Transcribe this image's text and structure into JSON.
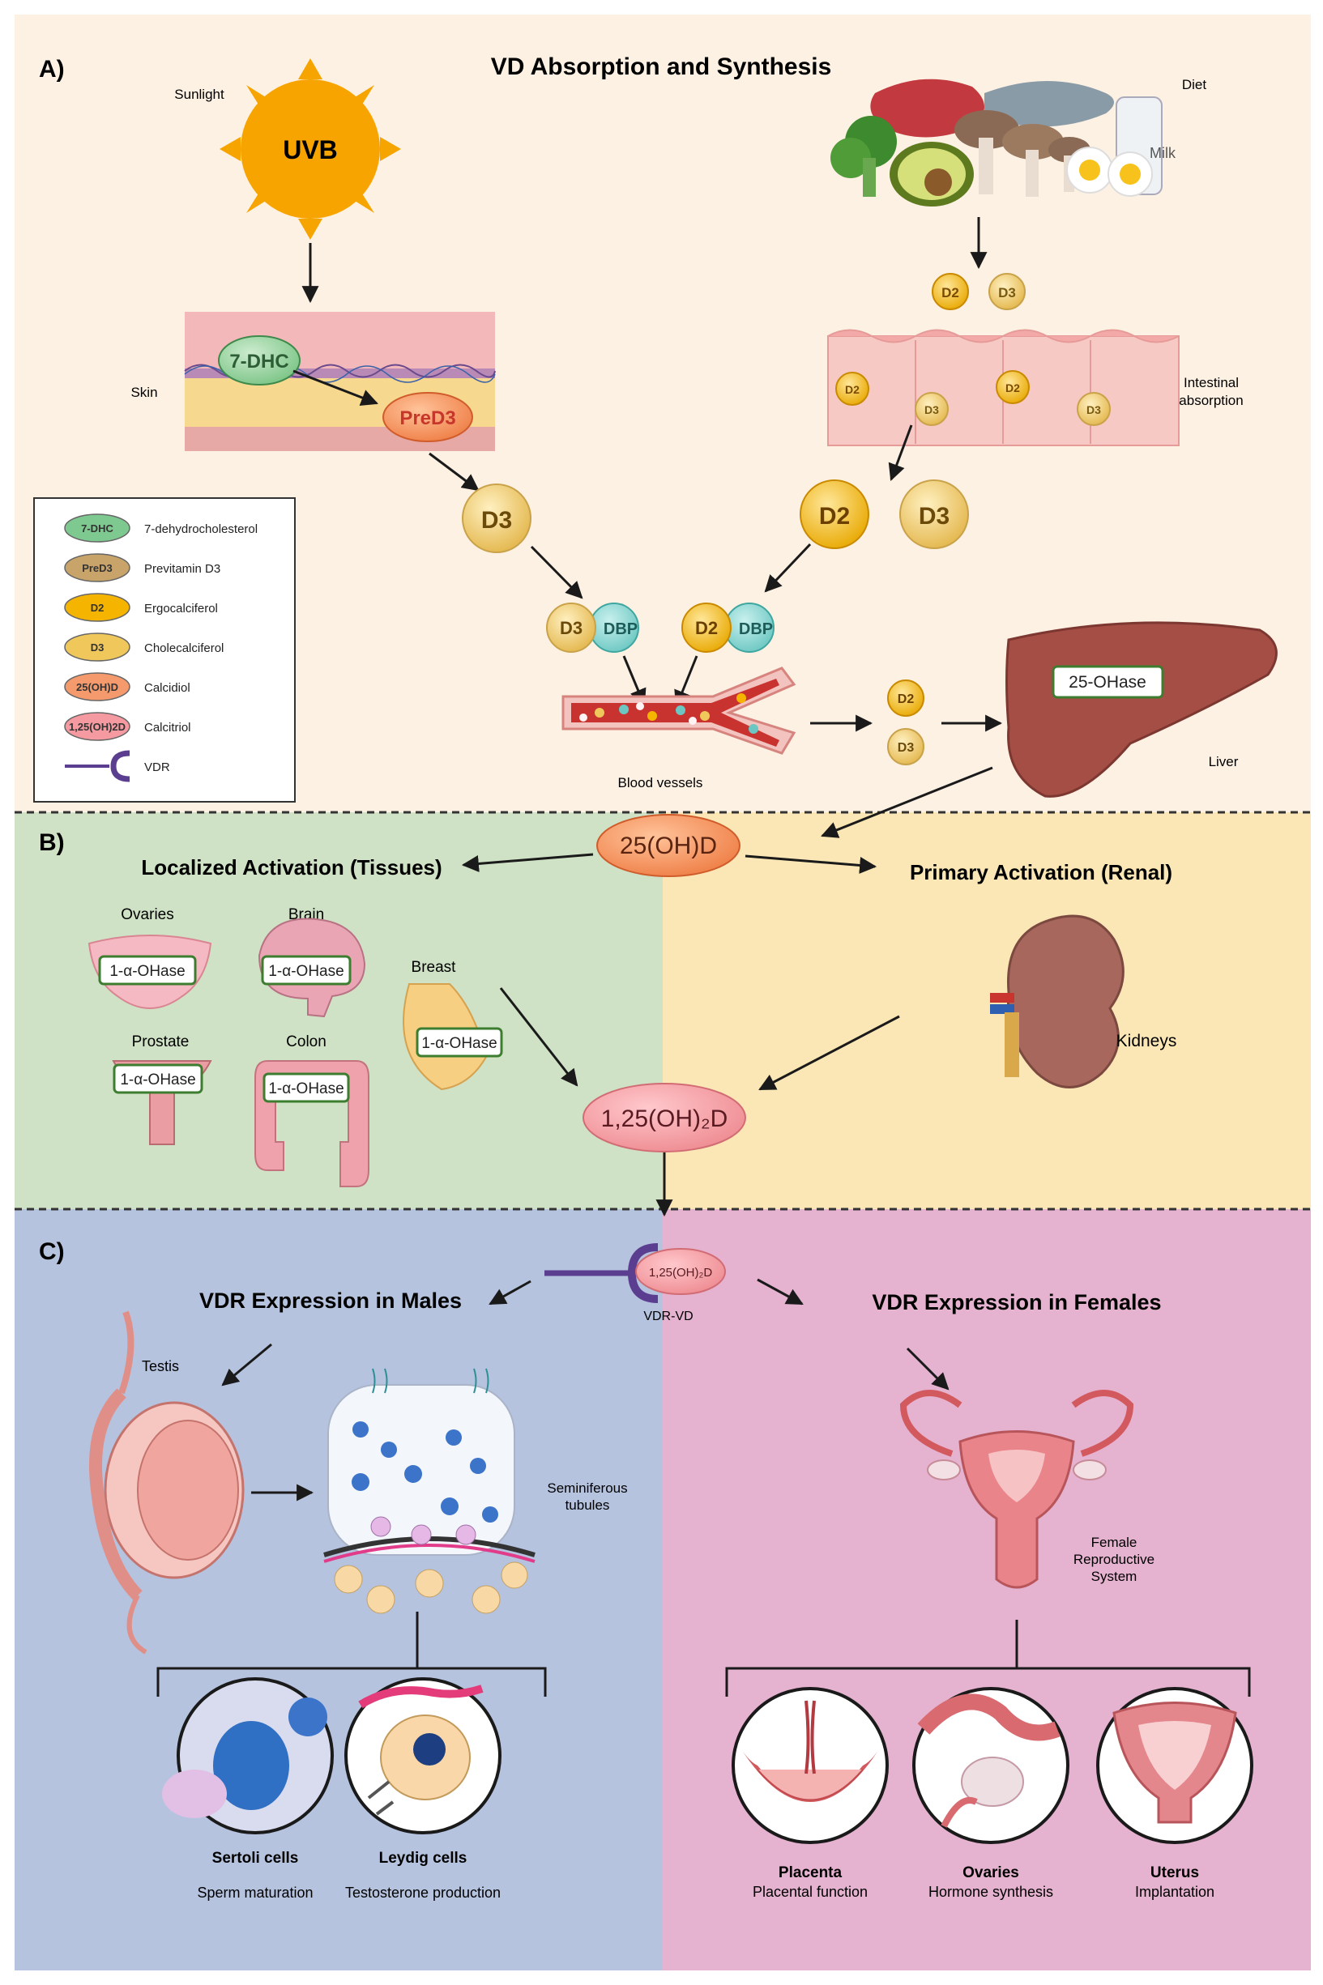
{
  "panelA": {
    "label": "A)",
    "title": "VD Absorption and Synthesis",
    "sunlight": "Sunlight",
    "uvb": "UVB",
    "diet": "Diet",
    "milk": "Milk",
    "skin": "Skin",
    "dhc": "7-DHC",
    "pred3": "PreD3",
    "intestinal": [
      "Intestinal",
      "absorption"
    ],
    "d2": "D2",
    "d3": "D3",
    "dbp": "DBP",
    "blood_vessels": "Blood vessels",
    "liver": "Liver",
    "ohase25": "25-OHase",
    "legend": [
      {
        "badge": "7-DHC",
        "label": "7-dehydrocholesterol",
        "color": "#7ec98f"
      },
      {
        "badge": "PreD3",
        "label": "Previtamin D3",
        "color": "#c8a46a"
      },
      {
        "badge": "D2",
        "label": "Ergocalciferol",
        "color": "#f4b400"
      },
      {
        "badge": "D3",
        "label": "Cholecalciferol",
        "color": "#f0c75a"
      },
      {
        "badge": "25(OH)D",
        "label": "Calcidiol",
        "color": "#f49a6c"
      },
      {
        "badge": "1,25(OH)2D",
        "label": "Calcitriol",
        "color": "#f59aa0"
      },
      {
        "badge": "",
        "label": "VDR",
        "color": "#5b3e8f"
      }
    ]
  },
  "panelB": {
    "label": "B)",
    "metabolite25": "25(OH)D",
    "localized": "Localized Activation (Tissues)",
    "primary": "Primary Activation (Renal)",
    "ohase1": "1-α-OHase",
    "calcitriol": "1,25(OH)₂D",
    "kidneys": "Kidneys",
    "tissues": [
      "Ovaries",
      "Brain",
      "Breast",
      "Prostate",
      "Colon"
    ]
  },
  "panelC": {
    "label": "C)",
    "males": "VDR Expression in Males",
    "females": "VDR Expression in Females",
    "vdr_badge": "1,25(OH)₂D",
    "vdr_vd": "VDR-VD",
    "testis": "Testis",
    "seminiferous": [
      "Seminiferous",
      "tubules"
    ],
    "female_system": [
      "Female",
      "Reproductive",
      "System"
    ],
    "male_cells": [
      {
        "name": "Sertoli cells",
        "function": "Sperm maturation"
      },
      {
        "name": "Leydig cells",
        "function": "Testosterone production"
      }
    ],
    "female_organs": [
      {
        "name": "Placenta",
        "function": "Placental function"
      },
      {
        "name": "Ovaries",
        "function": "Hormone synthesis"
      },
      {
        "name": "Uterus",
        "function": "Implantation"
      }
    ]
  }
}
